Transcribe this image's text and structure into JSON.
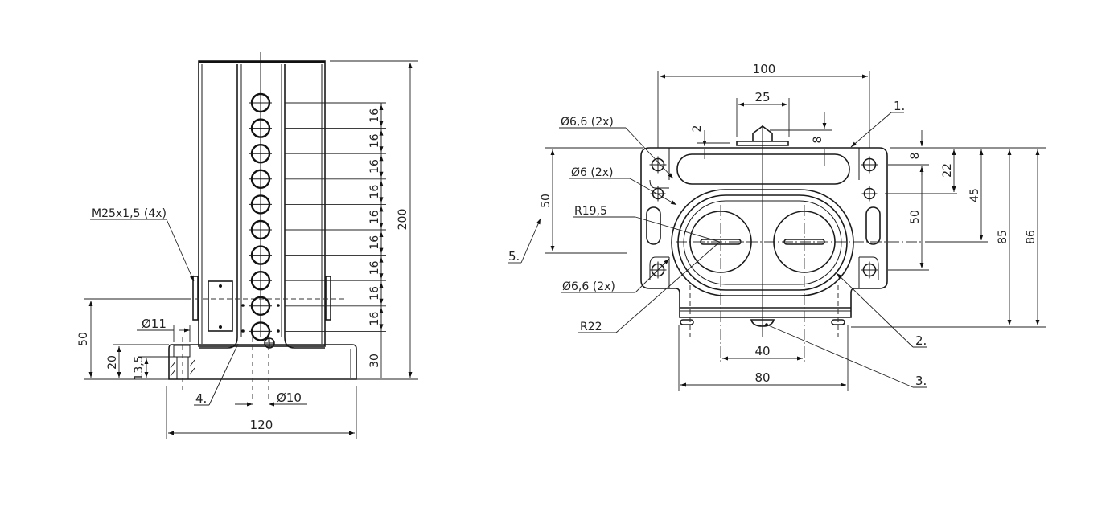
{
  "drawing": {
    "type": "technical-drawing",
    "views": {
      "front_view": {
        "dimensions": {
          "overall_height": "200",
          "pitch": [
            "16",
            "16",
            "16",
            "16",
            "16",
            "16",
            "16",
            "16",
            "16"
          ],
          "bottom_offset": "30",
          "axis_height": "50",
          "base_height": "20",
          "counterbore_depth": "13,5",
          "hole_diameter": "Ø11",
          "pin_diameter": "Ø10",
          "base_width": "120",
          "thread_callout": "M25x1,5 (4x)"
        },
        "indicator_count": 10,
        "balloons": {
          "b4": "4."
        }
      },
      "top_view": {
        "dimensions": {
          "overall_width": "100",
          "knob_width": "25",
          "offset_2": "2",
          "offset_8_top": "8",
          "hole_66_top": "Ø6,6 (2x)",
          "hole_6": "Ø6 (2x)",
          "hole_66_bottom": "Ø6,6 (2x)",
          "r_inner": "R19,5",
          "r_outer": "R22",
          "left_height": "50",
          "right_8": "8",
          "right_22": "22",
          "right_50": "50",
          "right_45": "45",
          "right_85": "85",
          "right_86": "86",
          "bottom_40": "40",
          "bottom_80": "80"
        },
        "balloons": {
          "b1": "1.",
          "b2": "2.",
          "b3": "3.",
          "b5": "5."
        }
      }
    }
  }
}
